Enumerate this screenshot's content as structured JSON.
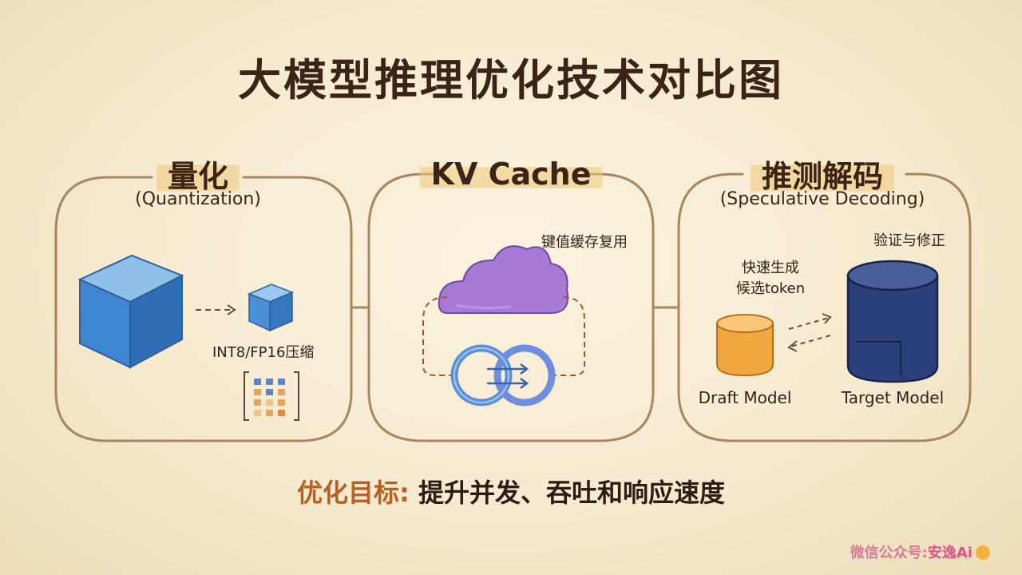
{
  "title": "大模型推理优化技术对比图",
  "panels": [
    {
      "heading": "量化",
      "subheading": "(Quantization)",
      "labels": {
        "compress": "INT8/FP16压缩"
      },
      "icons": [
        "large-cube-icon",
        "arrow-right-icon",
        "small-cube-icon",
        "matrix-grid-icon"
      ]
    },
    {
      "heading": "KV Cache",
      "labels": {
        "reuse": "键值缓存复用"
      },
      "icons": [
        "cloud-icon",
        "linked-rings-icon"
      ]
    },
    {
      "heading": "推测解码",
      "subheading": "(Speculative Decoding)",
      "labels": {
        "fast_line1": "快速生成",
        "fast_line2": "候选token",
        "verify": "验证与修正",
        "draft_model": "Draft Model",
        "target_model": "Target Model"
      },
      "icons": [
        "draft-cylinder-icon",
        "target-cylinder-icon",
        "bidirectional-arrows-icon"
      ]
    }
  ],
  "goal": {
    "label": "优化目标:",
    "text": "提升并发、吞吐和响应速度"
  },
  "watermark": {
    "prefix": "微信公众号:",
    "brand": "安逸Ai",
    "icon": "sun-emoji-icon"
  },
  "colors": {
    "background": "#f6ead0",
    "panel_stroke": "#a8865f",
    "cube_blue": "#3f86d0",
    "cloud_purple": "#a77ad8",
    "ring_blue": "#5b8fd6",
    "draft_orange": "#f2a640",
    "target_navy": "#2b3f7a",
    "goal_label": "#b85f22",
    "watermark": "#e0508a"
  }
}
